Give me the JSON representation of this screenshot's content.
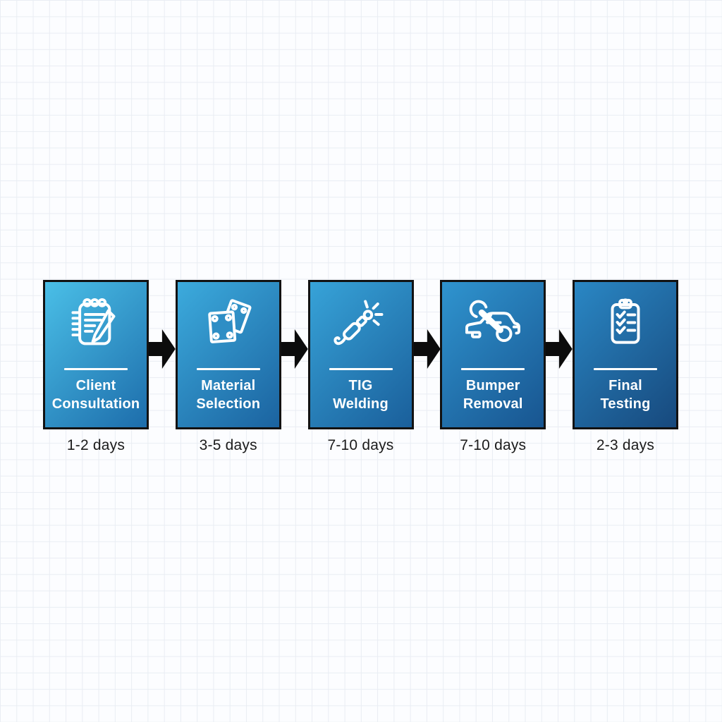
{
  "canvas": {
    "background_color": "#fcfdff",
    "grid_line_color": "#e9edf3"
  },
  "flow": {
    "description": "5-step process flow with durations",
    "arrow_color": "#0c0c0c",
    "box_border_color": "#121212",
    "title_color": "#ffffff",
    "divider_color": "#ffffff",
    "duration_color": "#1b1b1b",
    "steps": [
      {
        "title": "Client Consultation",
        "lines": [
          "Client",
          "Consultation"
        ],
        "duration": "1-2 days",
        "icon": "notepad-pencil-icon",
        "gradient_start": "#4abfe7",
        "gradient_end": "#1d6dab"
      },
      {
        "title": "Material Selection",
        "lines": [
          "Material",
          "Selection"
        ],
        "duration": "3-5 days",
        "icon": "metal-plates-icon",
        "gradient_start": "#3cabdd",
        "gradient_end": "#1b63a0"
      },
      {
        "title": "TIG Welding",
        "lines": [
          "TIG",
          "Welding"
        ],
        "duration": "7-10 days",
        "icon": "welding-torch-icon",
        "gradient_start": "#37a3d8",
        "gradient_end": "#1a5f9b"
      },
      {
        "title": "Bumper Removal",
        "lines": [
          "Bumper",
          "Removal"
        ],
        "duration": "7-10 days",
        "icon": "car-wrench-icon",
        "gradient_start": "#2f94cf",
        "gradient_end": "#185590"
      },
      {
        "title": "Final Testing",
        "lines": [
          "Final",
          "Testing"
        ],
        "duration": "2-3 days",
        "icon": "clipboard-checklist-icon",
        "gradient_start": "#2a87c4",
        "gradient_end": "#17497d"
      }
    ]
  }
}
